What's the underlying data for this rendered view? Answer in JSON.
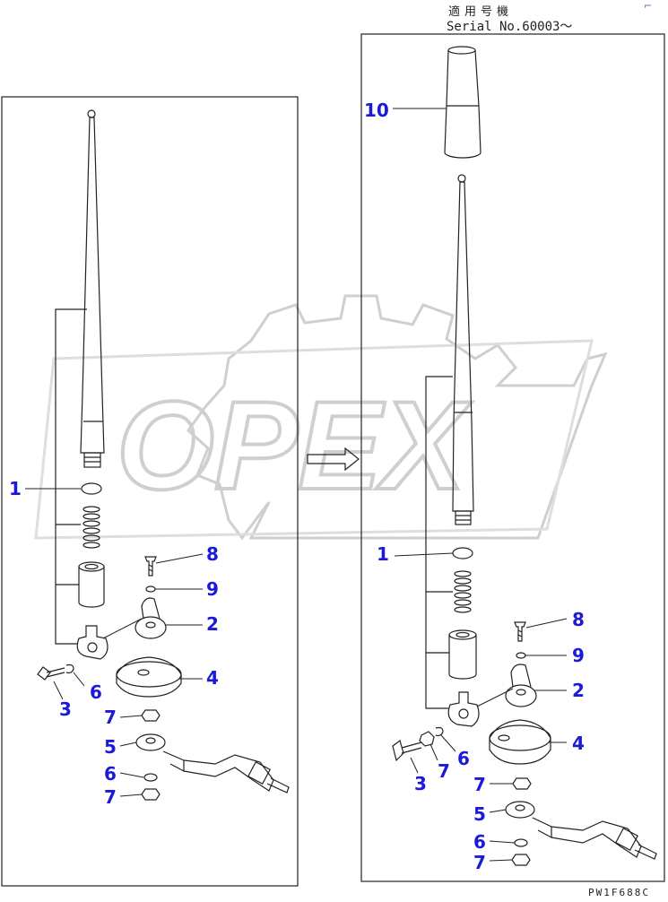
{
  "header": {
    "applicable_label": "適用号機",
    "serial_label": "Serial No.60003～"
  },
  "watermark": "OPEX",
  "drawing_code": "PW1F688C",
  "corner_mark": "⌐",
  "left_view": {
    "callouts": [
      "1",
      "8",
      "9",
      "2",
      "4",
      "3",
      "6",
      "7",
      "5",
      "6",
      "7"
    ]
  },
  "right_view": {
    "callouts": [
      "10",
      "1",
      "8",
      "9",
      "2",
      "4",
      "3",
      "7",
      "6",
      "7",
      "5",
      "6",
      "7"
    ]
  },
  "colors": {
    "callout": "#1a1ad8",
    "line": "#222222",
    "watermark": "#d0d0d0"
  }
}
